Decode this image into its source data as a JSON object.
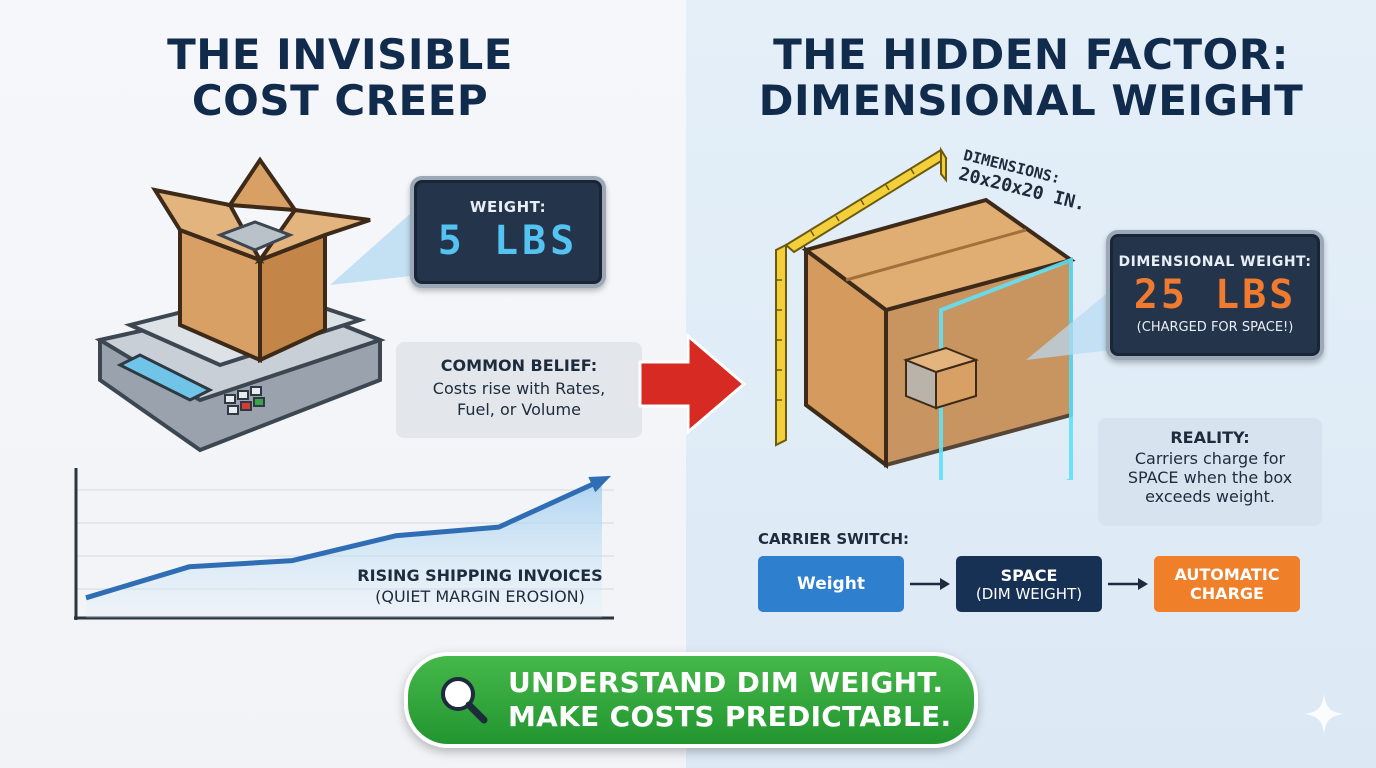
{
  "left_panel": {
    "title_line1": "THE INVISIBLE",
    "title_line2": "COST CREEP",
    "scale_display": {
      "label": "WEIGHT:",
      "value": "5 LBS"
    },
    "belief": {
      "heading": "COMMON BELIEF:",
      "line1": "Costs rise with Rates,",
      "line2": "Fuel, or Volume"
    },
    "trend": {
      "label_line1": "RISING SHIPPING INVOICES",
      "label_line2": "(QUIET MARGIN EROSION)",
      "values": [
        0.05,
        0.3,
        0.35,
        0.55,
        0.62,
        1.0
      ]
    }
  },
  "right_panel": {
    "title_line1": "THE HIDDEN FACTOR:",
    "title_line2": "DIMENSIONAL WEIGHT",
    "dimensions_label_line1": "DIMENSIONS:",
    "dimensions_label_line2": "20x20x20 IN.",
    "dim_display": {
      "label": "DIMENSIONAL WEIGHT:",
      "value": "25 LBS",
      "note": "(CHARGED FOR SPACE!)"
    },
    "reality": {
      "heading": "REALITY:",
      "line1": "Carriers charge for",
      "line2": "SPACE when the box",
      "line3": "exceeds weight."
    },
    "carrier_switch": {
      "heading": "CARRIER SWITCH:",
      "step1": "Weight",
      "step2_line1": "SPACE",
      "step2_line2": "(DIM WEIGHT)",
      "step3_line1": "AUTOMATIC",
      "step3_line2": "CHARGE"
    }
  },
  "cta": {
    "line1": "UNDERSTAND DIM WEIGHT.",
    "line2": "MAKE COSTS PREDICTABLE."
  },
  "colors": {
    "navy": "#102b4c",
    "lcd_blue_digits": "#55c3f2",
    "lcd_orange_digits": "#f07a2e",
    "trend_line": "#2f6eb5",
    "transition_arrow": "#d62a22",
    "weight_box": "#2f7fcf",
    "space_box": "#163154",
    "charge_box": "#f07f2a",
    "cta_green": "#2fa43a",
    "cardboard": "#d9a066"
  }
}
